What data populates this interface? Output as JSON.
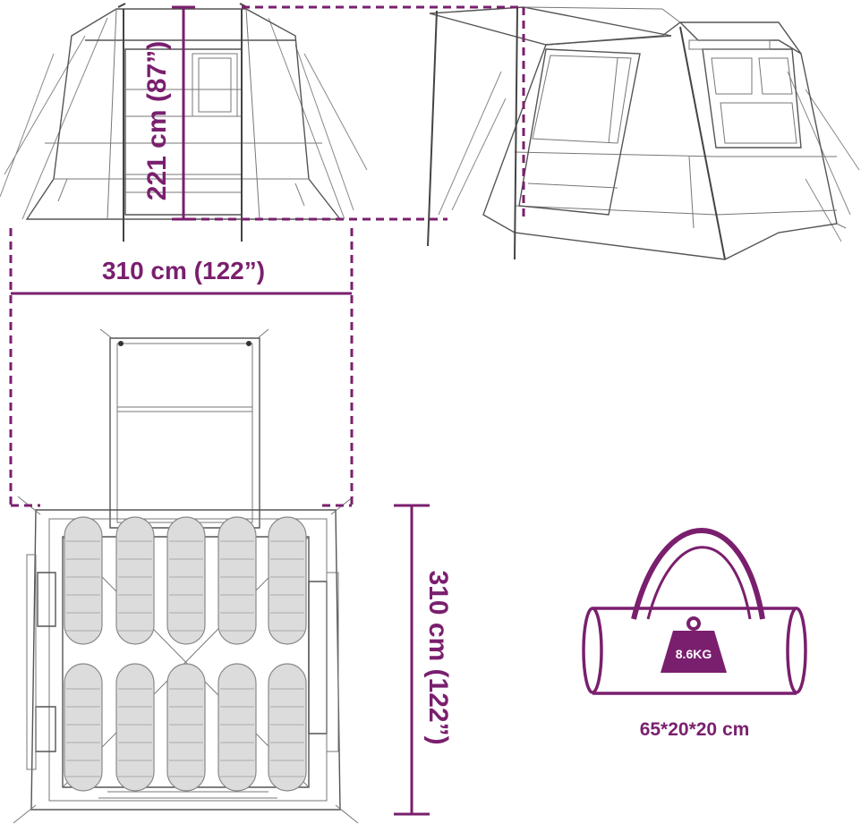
{
  "dimensions": {
    "height": "221 cm (87”)",
    "width": "310 cm (122”)",
    "depth": "310 cm (122”)"
  },
  "package": {
    "weight": "8.6KG",
    "size": "65*20*20 cm"
  },
  "colors": {
    "accent": "#7a1f6e",
    "line": "#555555",
    "bag_fill": "#dcdcdc"
  },
  "icons": [
    "weight-icon",
    "carry-bag-icon",
    "sleeping-bag-icon",
    "tent-icon"
  ]
}
